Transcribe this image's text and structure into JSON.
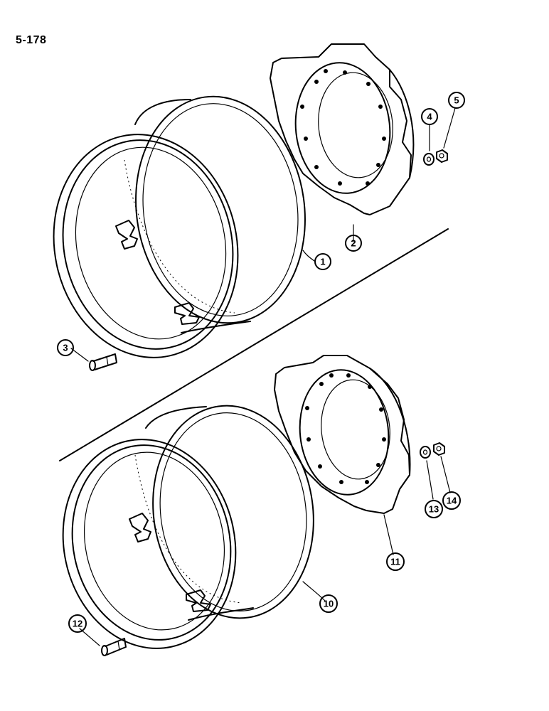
{
  "page": {
    "number": "5-178"
  },
  "callouts": [
    {
      "id": "c1",
      "label": "1"
    },
    {
      "id": "c2",
      "label": "2"
    },
    {
      "id": "c3",
      "label": "3"
    },
    {
      "id": "c4",
      "label": "4"
    },
    {
      "id": "c5",
      "label": "5"
    },
    {
      "id": "c10",
      "label": "10"
    },
    {
      "id": "c11",
      "label": "11"
    },
    {
      "id": "c12",
      "label": "12"
    },
    {
      "id": "c13",
      "label": "13"
    },
    {
      "id": "c14",
      "label": "14"
    }
  ],
  "icons": [
    "wheel-rim",
    "wheel-disc",
    "bolt",
    "washer",
    "nut"
  ]
}
